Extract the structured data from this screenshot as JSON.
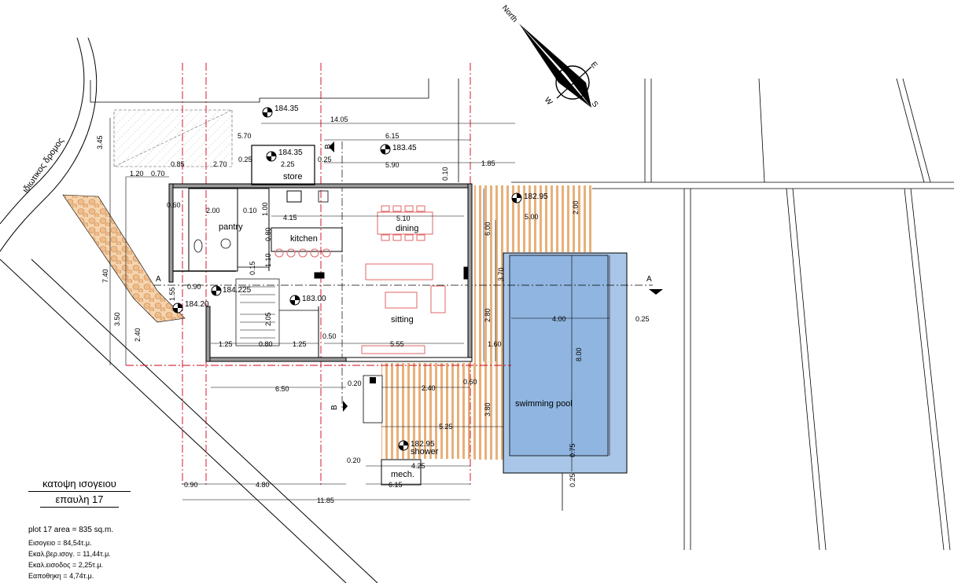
{
  "title": {
    "line1": "κατοψη ισογειου",
    "line2": "επαυλη 17"
  },
  "areas": [
    "plot 17 area = 835 sq.m.",
    "Εισογειο = 84,54τ.μ.",
    "Εκαλ.βερ.ισογ. = 11,44τ.μ.",
    "Εκαλ.εισοδος = 2,25τ.μ.",
    "Εαποθηκη = 4,74τ.μ."
  ],
  "road": "ιδιωτικος δρομος",
  "compass": {
    "north": "North",
    "east": "E",
    "west": "W",
    "south": "S"
  },
  "rooms": {
    "store": "store",
    "pantry": "pantry",
    "kitchen": "kitchen",
    "dining": "dining",
    "sitting": "sitting",
    "pool": "swimming pool",
    "shower": "shower",
    "mech": "mech."
  },
  "levels": {
    "l1": "184.35",
    "l2": "184.35",
    "l3": "183.45",
    "l4": "182.95",
    "l5": "183.00",
    "l6": "184.225",
    "l7": "184.20",
    "l8": "182.95"
  },
  "section_marks": {
    "a1": "A",
    "a2": "A",
    "b1": "B",
    "b2": "B"
  },
  "dimensions": {
    "d1405": "14.05",
    "d615a": "6.15",
    "d570": "5.70",
    "d590": "5.90",
    "d185": "1.85",
    "d345": "3.45",
    "d120": "1.20",
    "d070": "0.70",
    "d085": "0.85",
    "d270": "2.70",
    "d025a": "0.25",
    "d225": "2.25",
    "d025b": "0.25",
    "d010": "0.10",
    "d415": "4.15",
    "d510": "5.10",
    "d500": "5.00",
    "d200a": "2.00",
    "d060": "0.60",
    "d200b": "2.00",
    "d010b": "0.10",
    "d100": "1.00",
    "d080": "0.80",
    "d110": "1.10",
    "d015": "0.15",
    "d740": "7.40",
    "d350": "3.50",
    "d240": "2.40",
    "d155": "1.55",
    "d090a": "0.90",
    "d125a": "1.25",
    "d080b": "0.80",
    "d125b": "1.25",
    "d050": "0.50",
    "d555": "5.55",
    "d205": "2.05",
    "d650": "6.50",
    "d240b": "2.40",
    "d525": "5.25",
    "d425": "4.25",
    "d020a": "0.20",
    "d020b": "0.20",
    "d090b": "0.90",
    "d480": "4.80",
    "d615b": "6.15",
    "d1185": "11.85",
    "d400": "4.00",
    "d025c": "0.25",
    "d800": "8.00",
    "d380": "3.80",
    "d280": "2.80",
    "d160": "1.60",
    "d370": "3.70",
    "d060b": "0.60",
    "d600": "6.00",
    "d075": "0.75",
    "d025d": "0.25"
  },
  "colors": {
    "wall": "#000000",
    "axis": "#d0021b",
    "deck": "#e8b07a",
    "pool_outer": "#a9c6e8",
    "pool_inner": "#8fb5e0",
    "paving": "#f3c79a",
    "furniture": "#e06666"
  }
}
